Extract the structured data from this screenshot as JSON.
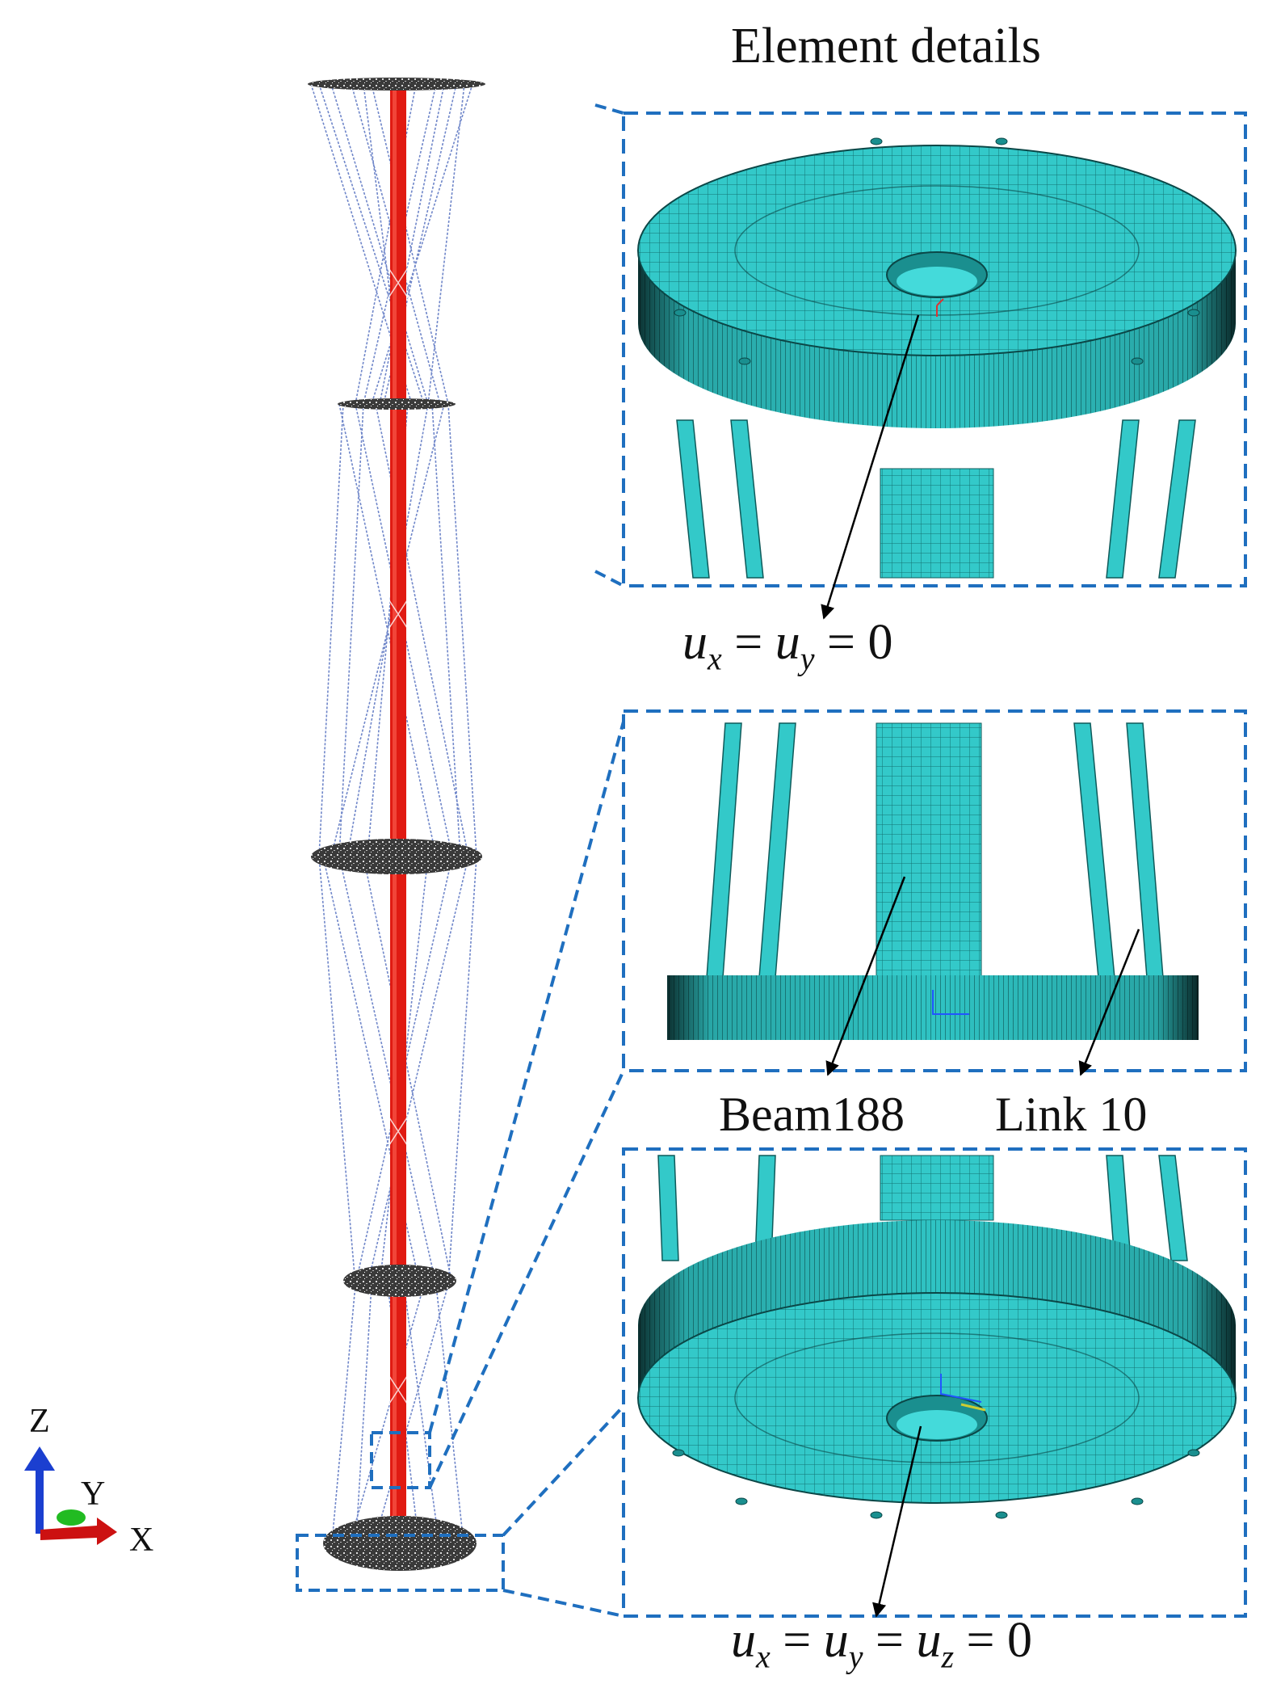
{
  "title": "Element details",
  "annotations": {
    "top_boundary": {
      "u1": "u",
      "s1": "x",
      "eq1": "=",
      "u2": "u",
      "s2": "y",
      "eq2": "= 0"
    },
    "bottom_boundary": {
      "u1": "u",
      "s1": "x",
      "eq1": "=",
      "u2": "u",
      "s2": "y",
      "eq2": "=",
      "u3": "u",
      "s3": "z",
      "eq3": "= 0"
    },
    "beam_element": "Beam188",
    "link_element": "Link 10"
  },
  "axes": {
    "z": "Z",
    "y": "Y",
    "x": "X"
  },
  "colors": {
    "mast": "#e01a12",
    "mesh": "#35d0d0",
    "mesh_dark": "#0a3e3e",
    "dash": "#1f6fbf",
    "cable": "#6f86c9",
    "axis_z": "#1b3fd0",
    "axis_y": "#22bb22",
    "axis_x": "#cc1111"
  }
}
